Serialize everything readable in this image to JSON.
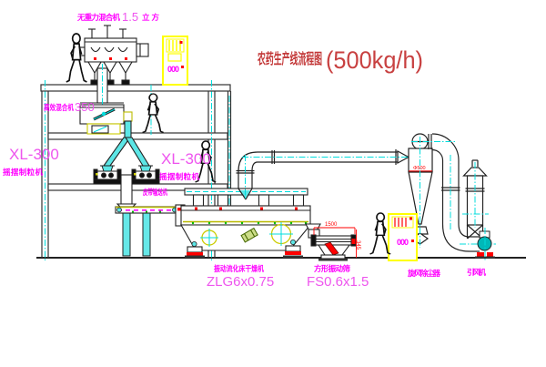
{
  "title": {
    "text": "农药生产线流程图",
    "capacity": "(500kg/h)"
  },
  "labels": {
    "top_mixer": {
      "name": "无重力混合机",
      "size": "1.5",
      "unit": "立方"
    },
    "mixer2": {
      "name": "高效混合机",
      "size": "350"
    },
    "granulator_left": {
      "model": "XL-300",
      "name": "摇摆制粒机"
    },
    "granulator_right": {
      "model": "XL-300",
      "name": "摇摆制粒机"
    },
    "conveyor": "皮带输送机",
    "dryer": {
      "name": "振动流化床干燥机",
      "model": "ZLG6x0.75"
    },
    "screen": {
      "name": "方形振动筛",
      "model": "FS0.6x1.5"
    },
    "cyclone": "旋风除尘器",
    "fan": "引风机"
  },
  "dimensions": {
    "screen_length": "1500",
    "screen_height": "345",
    "cyclone_note": "Φ500"
  },
  "cabinets": {
    "display": "000"
  },
  "colors": {
    "line": "#2a2a2a",
    "cyan": "#00dddd",
    "magenta": "#ff00ff",
    "red": "#ff0000",
    "yellow": "#ffff00",
    "title_red": "#c03030"
  }
}
